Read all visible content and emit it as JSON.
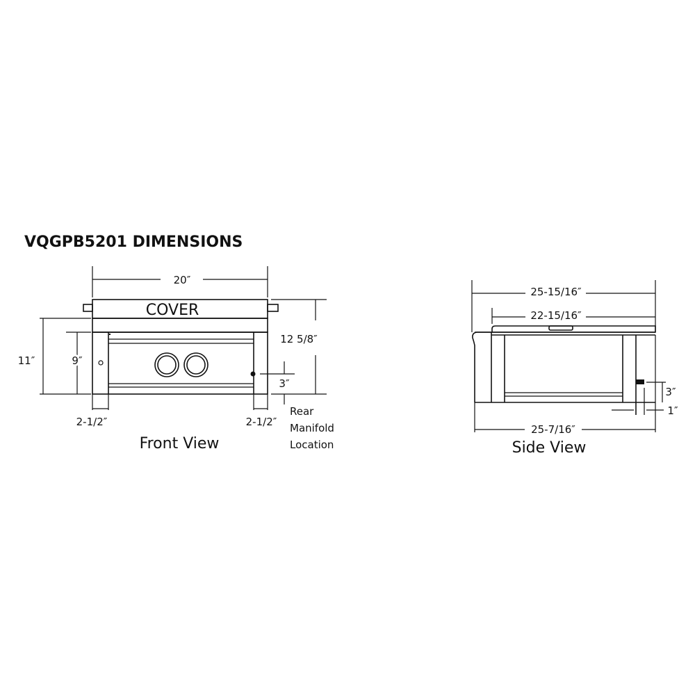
{
  "title": "VQGPB5201 DIMENSIONS",
  "front_view": {
    "label": "Front View",
    "cover_label": "COVER",
    "width": "20″",
    "total_height": "12 5/8″",
    "height_outer": "11″",
    "height_inner": "9″",
    "leg_left": "2-1/2″",
    "leg_right": "2-1/2″",
    "manifold_height": "3″",
    "manifold_note": [
      "Rear",
      "Manifold",
      "Location"
    ]
  },
  "side_view": {
    "label": "Side View",
    "overall_depth": "25-15/16″",
    "lid_depth": "22-15/16″",
    "base_depth": "25-7/16″",
    "manifold_height": "3″",
    "manifold_offset": "1″"
  }
}
